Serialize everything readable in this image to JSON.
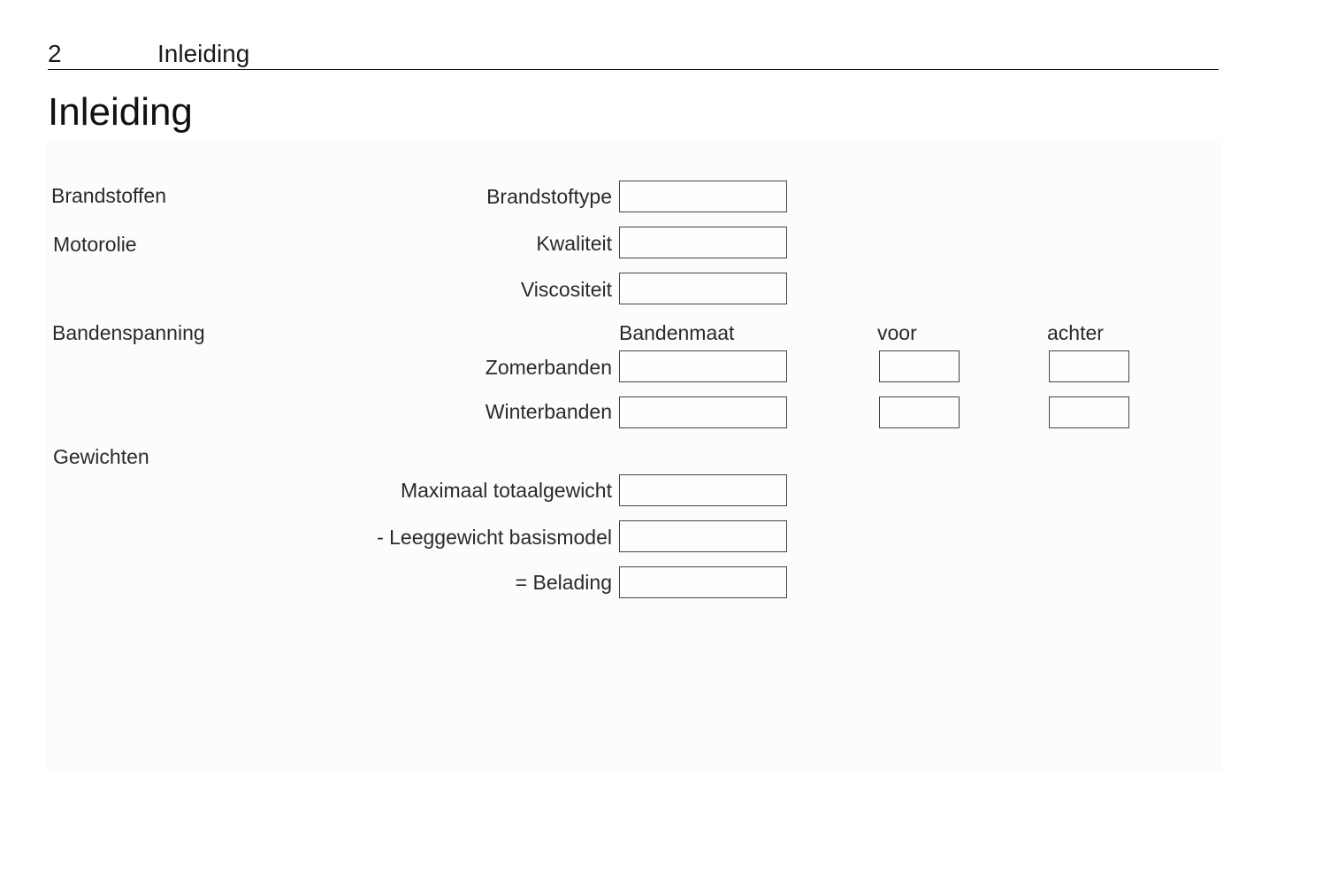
{
  "header": {
    "page_number": "2",
    "section": "Inleiding"
  },
  "title": "Inleiding",
  "form": {
    "sections": {
      "fuels": "Brandstoffen",
      "engine_oil": "Motorolie",
      "tyre_pressure": "Bandenspanning",
      "weights": "Gewichten"
    },
    "fields": {
      "fuel_type": "Brandstoftype",
      "quality": "Kwaliteit",
      "viscosity": "Viscositeit",
      "summer_tyres": "Zomerbanden",
      "winter_tyres": "Winterbanden",
      "max_total_weight": "Maximaal totaalgewicht",
      "empty_weight": "- Leeggewicht basismodel",
      "load": "= Belading"
    },
    "columns": {
      "tyre_size": "Bandenmaat",
      "front": "voor",
      "rear": "achter"
    }
  }
}
